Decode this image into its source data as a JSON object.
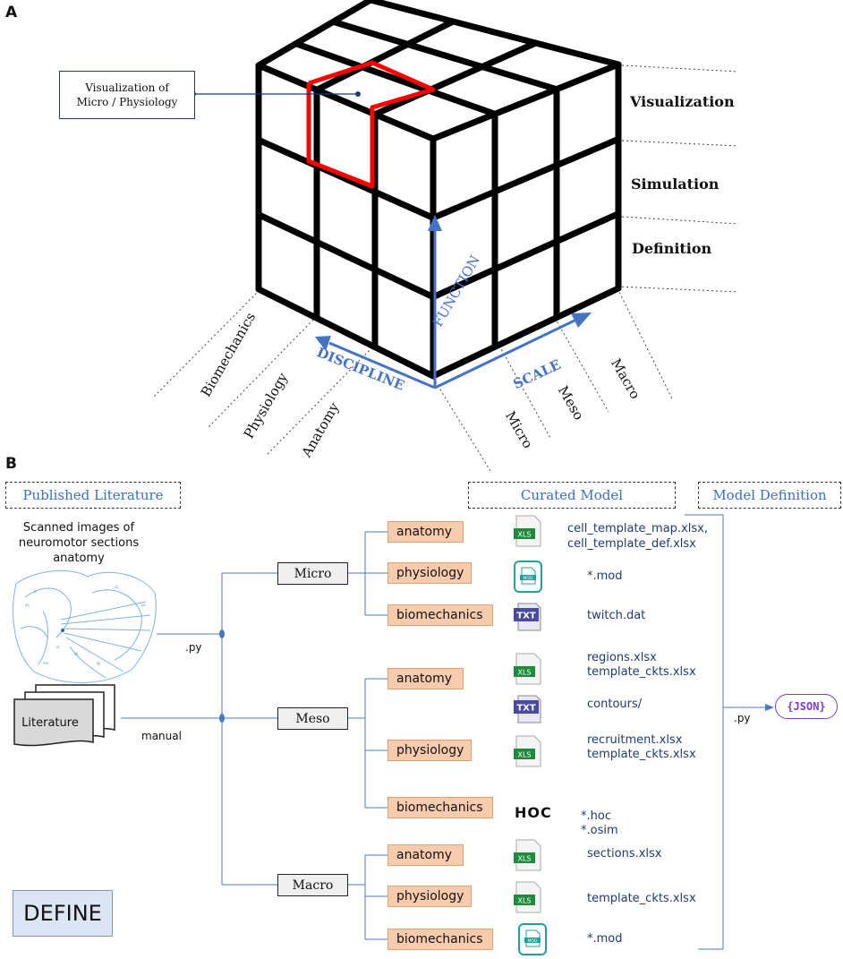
{
  "panel_a": {
    "letter": "A",
    "callout": {
      "line1": "Visualization of",
      "line2": "Micro / Physiology"
    },
    "function_levels": [
      "Visualization",
      "Simulation",
      "Definition"
    ],
    "axes": {
      "function": "FUNCTION",
      "discipline": "DISCIPLINE",
      "scale": "SCALE"
    },
    "disciplines": [
      "Biomechanics",
      "Physiology",
      "Anatomy"
    ],
    "scales": [
      "Micro",
      "Meso",
      "Macro"
    ],
    "colors": {
      "grid": "#000000",
      "highlight": "#ff0000",
      "axis": "#4472c4"
    }
  },
  "panel_b": {
    "letter": "B",
    "headers": {
      "published": "Published Literature",
      "curated": "Curated Model",
      "definition": "Model Definition"
    },
    "scanned_caption": {
      "line1": "Scanned images of",
      "line2": "neuromotor sections",
      "line3": "anatomy"
    },
    "literature_label": "Literature",
    "py_label": ".py",
    "manual_label": "manual",
    "py_right_label": ".py",
    "json_label": "{JSON}",
    "define_label": "DEFINE",
    "hoc_label": "HOC",
    "icon_tags": {
      "xls": "XLS",
      "txt": "TXT",
      "mod": "MOD"
    },
    "groups": [
      {
        "scale": "Micro",
        "rows": [
          {
            "category": "anatomy",
            "icon": "xls",
            "files": [
              "cell_template_map.xlsx,",
              "cell_template_def.xlsx"
            ]
          },
          {
            "category": "physiology",
            "icon": "mod",
            "files": [
              "*.mod"
            ]
          },
          {
            "category": "biomechanics",
            "icon": "txt",
            "files": [
              "twitch.dat"
            ]
          }
        ]
      },
      {
        "scale": "Meso",
        "rows": [
          {
            "category": "anatomy",
            "icon": "xls",
            "files": [
              "regions.xlsx",
              "template_ckts.xlsx"
            ],
            "extra_icon": "txt",
            "extra_files": [
              "contours/"
            ]
          },
          {
            "category": "physiology",
            "icon": "xls",
            "files": [
              "recruitment.xlsx",
              "template_ckts.xlsx"
            ]
          },
          {
            "category": "biomechanics",
            "icon": "hoc",
            "files": [
              "*.hoc",
              "*.osim"
            ]
          }
        ]
      },
      {
        "scale": "Macro",
        "rows": [
          {
            "category": "anatomy",
            "icon": "xls",
            "files": [
              "sections.xlsx"
            ]
          },
          {
            "category": "physiology",
            "icon": "xls",
            "files": [
              "template_ckts.xlsx"
            ]
          },
          {
            "category": "biomechanics",
            "icon": "mod",
            "files": [
              "*.mod"
            ]
          }
        ]
      }
    ]
  }
}
